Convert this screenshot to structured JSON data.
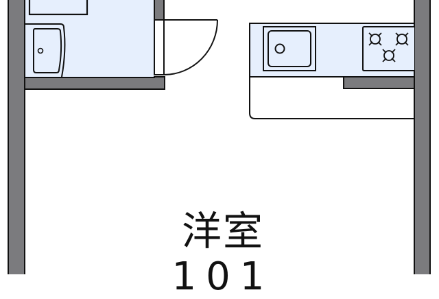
{
  "floor_plan": {
    "room": {
      "name": "洋室",
      "unit_number": "101"
    },
    "colors": {
      "wall_fill": "#7b7b7e",
      "wall_stroke": "#111111",
      "wet_area_fill": "#e6effd",
      "background": "#ffffff"
    },
    "fixtures": [
      {
        "type": "bathroom-unit",
        "label": ""
      },
      {
        "type": "washbasin",
        "label": ""
      },
      {
        "type": "entry-door",
        "label": ""
      },
      {
        "type": "kitchen-counter",
        "label": ""
      },
      {
        "type": "kitchen-sink",
        "label": ""
      },
      {
        "type": "gas-stove-3-burner",
        "label": ""
      }
    ]
  }
}
